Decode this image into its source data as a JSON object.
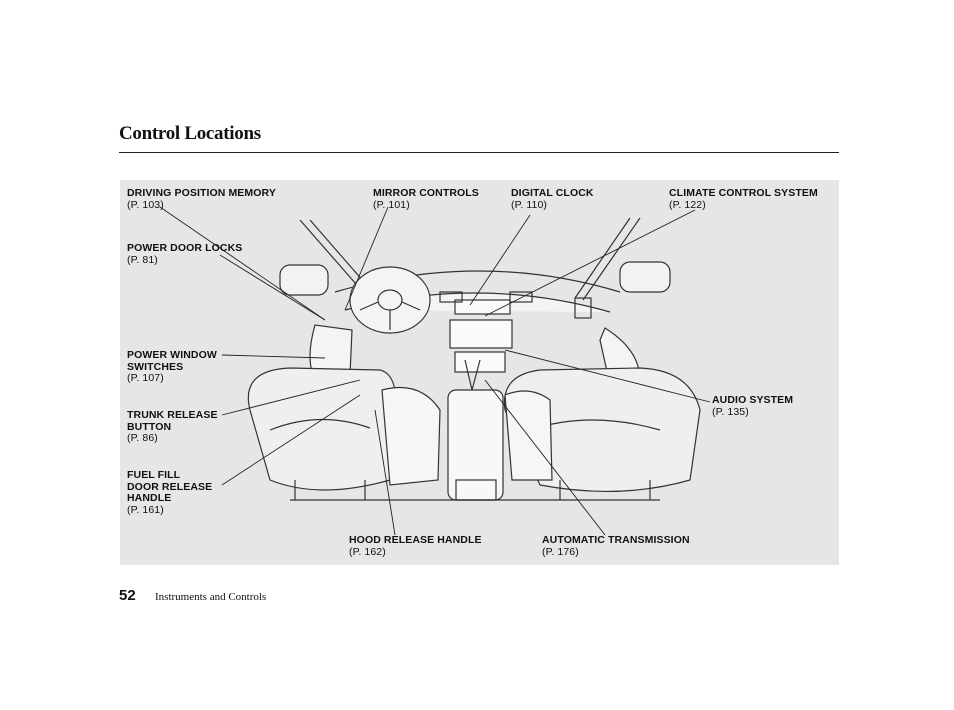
{
  "page": {
    "title": "Control Locations",
    "page_number": "52",
    "section": "Instruments and Controls"
  },
  "callouts": {
    "driving_position_memory": {
      "label": "DRIVING POSITION MEMORY",
      "page": "(P. 103)"
    },
    "mirror_controls": {
      "label": "MIRROR CONTROLS",
      "page": "(P. 101)"
    },
    "digital_clock": {
      "label": "DIGITAL CLOCK",
      "page": "(P. 110)"
    },
    "climate_control_system": {
      "label": "CLIMATE CONTROL SYSTEM",
      "page": "(P. 122)"
    },
    "power_door_locks": {
      "label": "POWER DOOR LOCKS",
      "page": "(P. 81)"
    },
    "power_window_switches": {
      "label": "POWER WINDOW\nSWITCHES",
      "page": "(P. 107)"
    },
    "trunk_release_button": {
      "label": "TRUNK RELEASE\nBUTTON",
      "page": "(P. 86)"
    },
    "fuel_fill_door_release_handle": {
      "label": "FUEL FILL\nDOOR RELEASE\nHANDLE",
      "page": "(P. 161)"
    },
    "audio_system": {
      "label": "AUDIO SYSTEM",
      "page": "(P. 135)"
    },
    "hood_release_handle": {
      "label": "HOOD RELEASE HANDLE",
      "page": "(P. 162)"
    },
    "automatic_transmission": {
      "label": "AUTOMATIC TRANSMISSION",
      "page": "(P. 176)"
    }
  }
}
